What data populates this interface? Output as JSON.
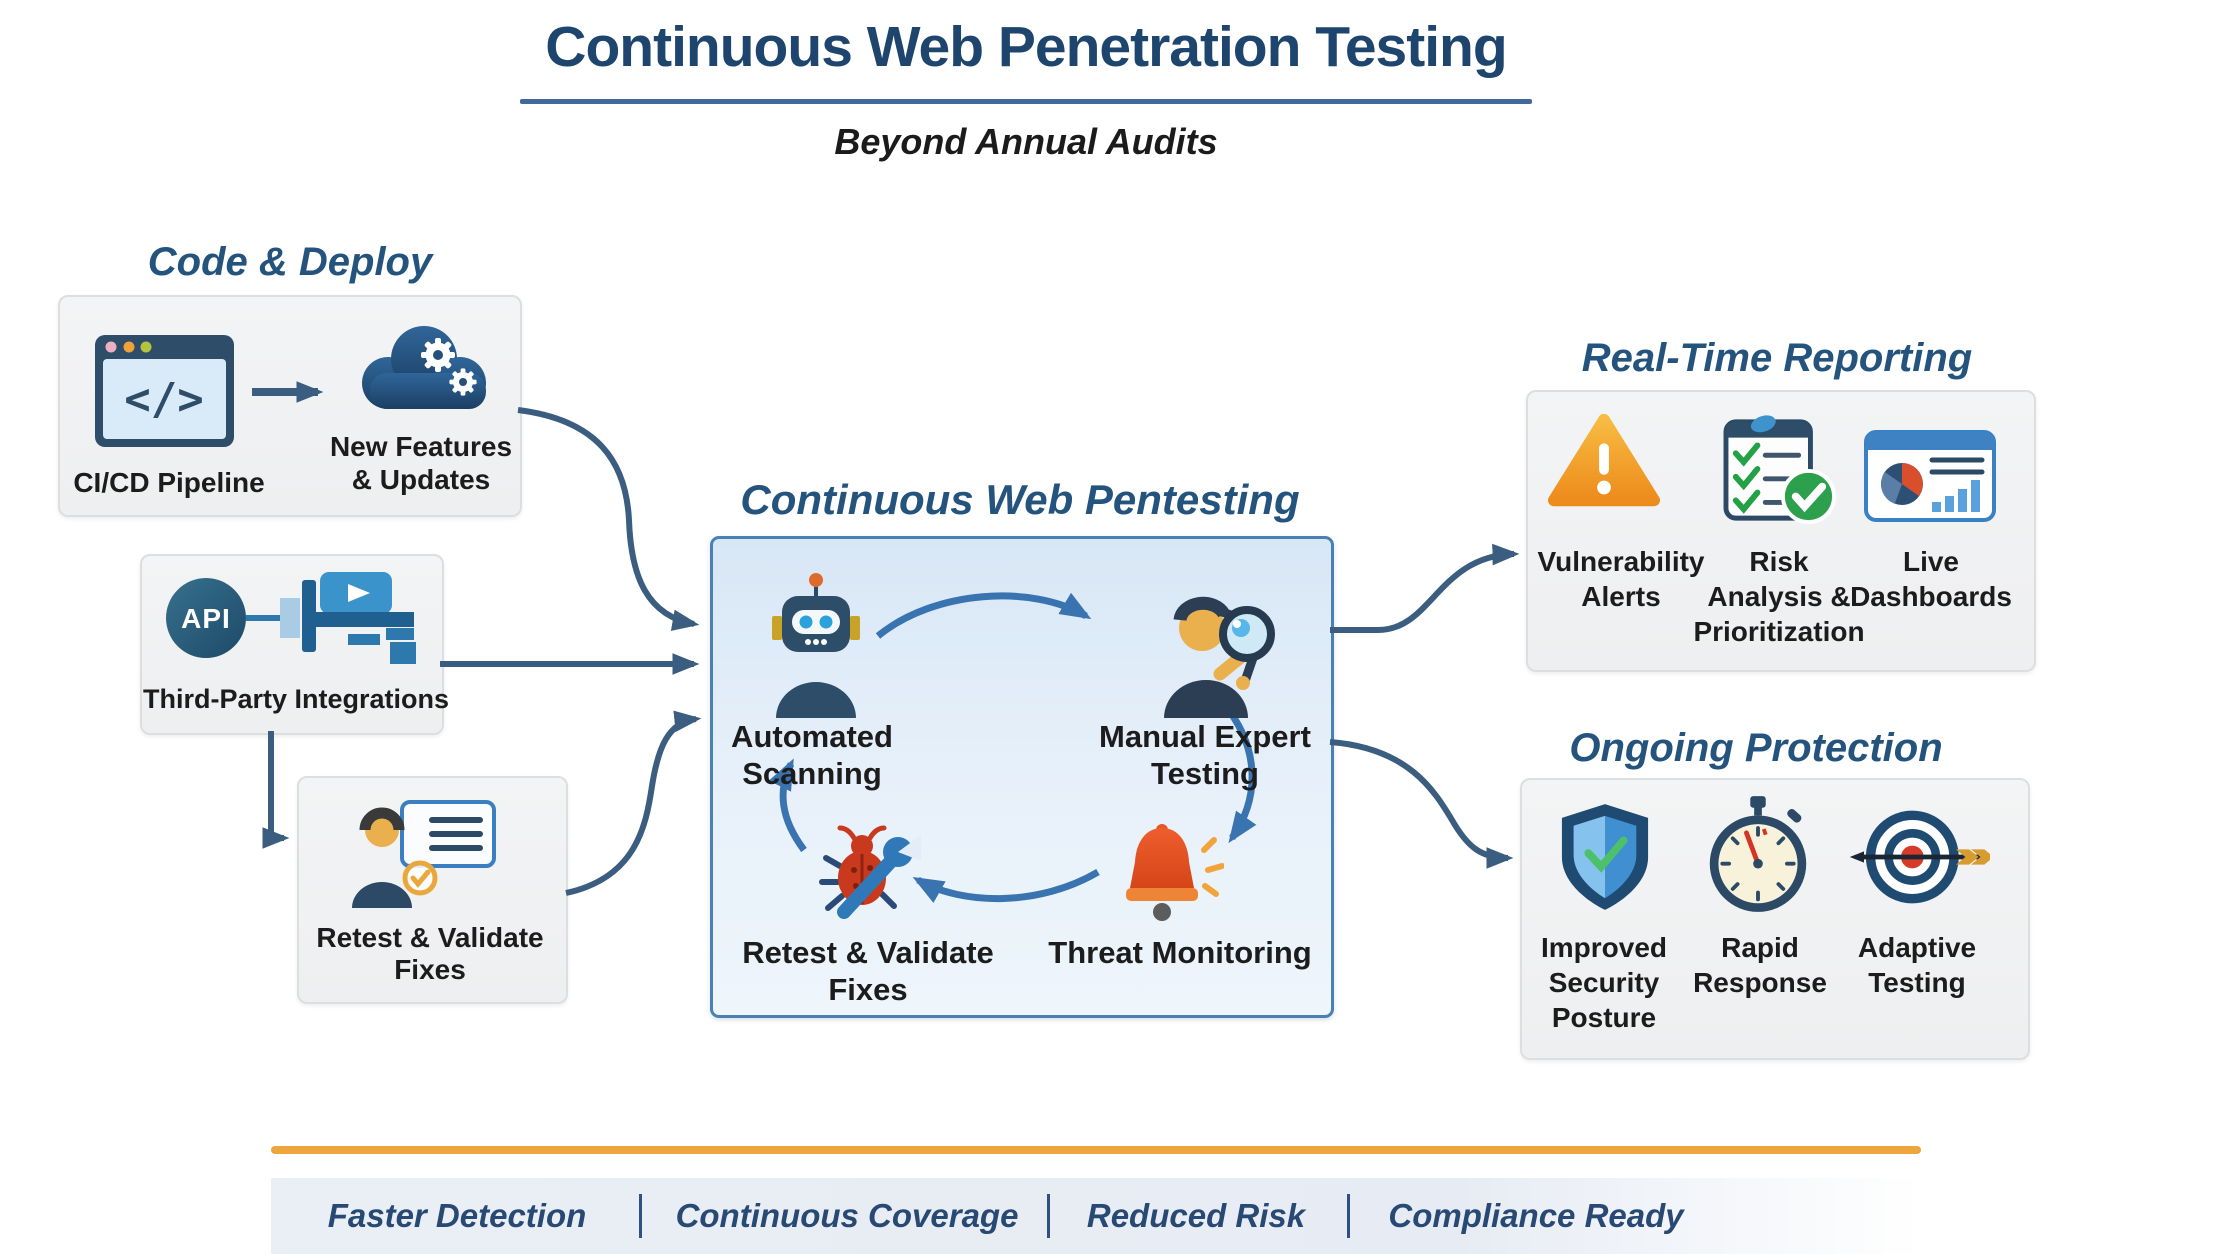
{
  "header": {
    "title": "Continuous Web Penetration Testing",
    "subtitle": "Beyond Annual Audits"
  },
  "code_deploy": {
    "heading": "Code & Deploy",
    "code_glyph": "</>",
    "cicd_label": "CI/CD Pipeline",
    "features_line1": "New Features",
    "features_line2": "& Updates"
  },
  "integrations": {
    "api_text": "API",
    "label": "Third-Party Integrations"
  },
  "retest_box": {
    "line1": "Retest & Validate",
    "line2": "Fixes"
  },
  "pentest_cycle": {
    "heading": "Continuous Web Pentesting",
    "automated_line1": "Automated",
    "automated_line2": "Scanning",
    "manual_line1": "Manual Expert",
    "manual_line2": "Testing",
    "retest_line1": "Retest & Validate",
    "retest_line2": "Fixes",
    "threat_label": "Threat Monitoring"
  },
  "reporting": {
    "heading": "Real-Time Reporting",
    "items": [
      {
        "line1": "Vulnerability",
        "line2": "Alerts"
      },
      {
        "line1": "Risk",
        "line2": "Analysis &",
        "line3": "Prioritization"
      },
      {
        "line1": "Live",
        "line2": "Dashboards"
      }
    ]
  },
  "protection": {
    "heading": "Ongoing Protection",
    "items": [
      {
        "line1": "Improved",
        "line2": "Security",
        "line3": "Posture"
      },
      {
        "line1": "Rapid",
        "line2": "Response"
      },
      {
        "line1": "Adaptive",
        "line2": "Testing"
      }
    ]
  },
  "footer": {
    "items": [
      "Faster Detection",
      "Continuous Coverage",
      "Reduced Risk",
      "Compliance Ready"
    ]
  },
  "colors": {
    "title_blue": "#1e456e",
    "heading_blue": "#24547d",
    "arrow_dark": "#3b5d80",
    "arrow_cycle": "#3a74b0",
    "orange_rule": "#eca63d",
    "footer_text": "#274973"
  }
}
